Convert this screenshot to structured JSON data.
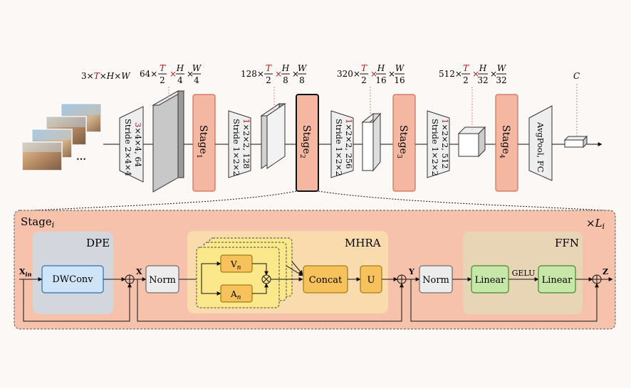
{
  "input_dims": {
    "prefix": "3×",
    "T": "T",
    "rest": "×H×W"
  },
  "ellipsis": "⋯",
  "conv_stem": {
    "line1_red": "3",
    "line1_rest": "×4×4, 64",
    "line2": "Stride 2×4×4"
  },
  "dims": [
    {
      "ch": "64×",
      "num": "T",
      "den": "2",
      "h_num": "H",
      "h_den": "4",
      "w_num": "W",
      "w_den": "4"
    },
    {
      "ch": "128×",
      "num": "T",
      "den": "2",
      "h_num": "H",
      "h_den": "8",
      "w_num": "W",
      "w_den": "8"
    },
    {
      "ch": "320×",
      "num": "T",
      "den": "2",
      "h_num": "H",
      "h_den": "16",
      "w_num": "W",
      "w_den": "16"
    },
    {
      "ch": "512×",
      "num": "T",
      "den": "2",
      "h_num": "H",
      "h_den": "32",
      "w_num": "W",
      "w_den": "32"
    }
  ],
  "times": "×",
  "out_dim": "C",
  "stages": [
    {
      "label": "Stage",
      "sub": "1"
    },
    {
      "label": "Stage",
      "sub": "2"
    },
    {
      "label": "Stage",
      "sub": "3"
    },
    {
      "label": "Stage",
      "sub": "4"
    }
  ],
  "downsample": [
    {
      "red": "1",
      "rest": "×2×2, 128",
      "line2": "Stride 1×2×2"
    },
    {
      "red": "1",
      "rest": "×2×2, 256",
      "line2": "Stride 1×2×2"
    },
    {
      "red": "1",
      "rest": "×2×2, 512",
      "line2": "Stride 1×2×2"
    }
  ],
  "head": "AvgPool, FC",
  "detail": {
    "title": "Stage",
    "title_sub": "i",
    "repeat": "×L",
    "repeat_sub": "i",
    "dpe": "DPE",
    "dwconv": "DWConv",
    "mhra": "MHRA",
    "ffn": "FFN",
    "norm": "Norm",
    "concat": "Concat",
    "u": "U",
    "linear": "Linear",
    "gelu": "GELU",
    "v": "V",
    "v_sub": "n",
    "a": "A",
    "a_sub": "n",
    "x_in": "X",
    "x_in_sub": "in",
    "x": "X",
    "y": "Y",
    "z": "Z"
  },
  "colors": {
    "stage_fill": "#f4b8a2",
    "stage_stroke": "#c96e55",
    "panel": "#f7c2ab",
    "red": "#b3141b",
    "yellow": "#fbe88a",
    "orange": "#f7c15c",
    "green": "#c7e7a8",
    "blue": "#cfe4f6"
  }
}
